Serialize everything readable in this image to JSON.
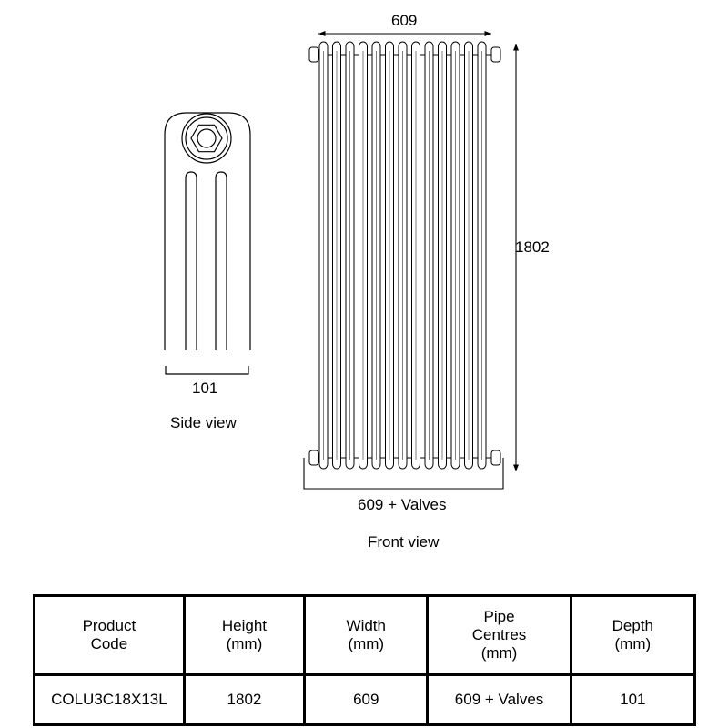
{
  "side_view": {
    "caption": "Side view",
    "depth_label": "101"
  },
  "front_view": {
    "caption": "Front view",
    "width_label": "609",
    "height_label": "1802",
    "pipe_centres_label": "609 + Valves"
  },
  "spec_table": {
    "headers": [
      [
        "Product",
        "Code"
      ],
      [
        "Height",
        "(mm)"
      ],
      [
        "Width",
        "(mm)"
      ],
      [
        "Pipe",
        "Centres",
        "(mm)"
      ],
      [
        "Depth",
        "(mm)"
      ]
    ],
    "row": [
      "COLU3C18X13L",
      "1802",
      "609",
      "609 + Valves",
      "101"
    ]
  }
}
